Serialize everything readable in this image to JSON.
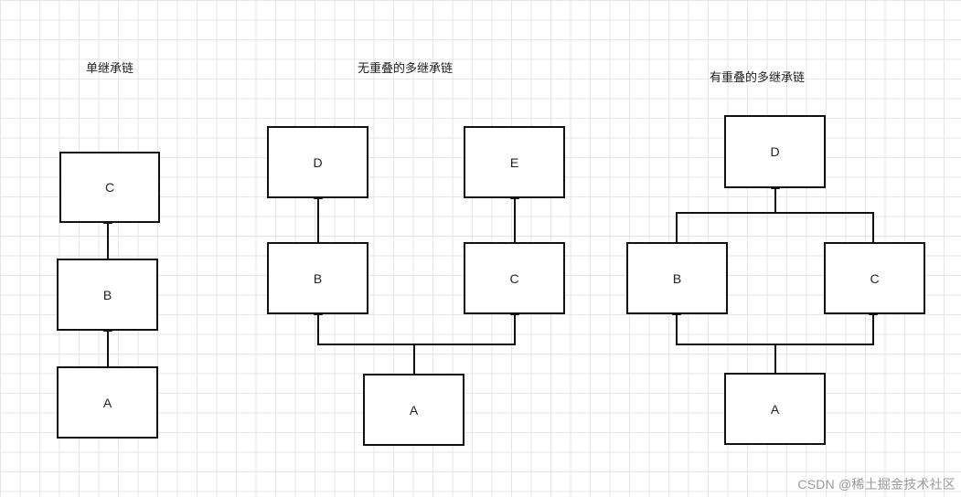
{
  "diagrams": {
    "single": {
      "title": "单继承链",
      "nodes": [
        "C",
        "B",
        "A"
      ]
    },
    "no_overlap": {
      "title": "无重叠的多继承链",
      "nodes": [
        "D",
        "E",
        "B",
        "C",
        "A"
      ]
    },
    "overlap": {
      "title": "有重叠的多继承链",
      "nodes": [
        "D",
        "B",
        "C",
        "A"
      ]
    }
  },
  "watermark": "CSDN @稀土掘金技术社区"
}
